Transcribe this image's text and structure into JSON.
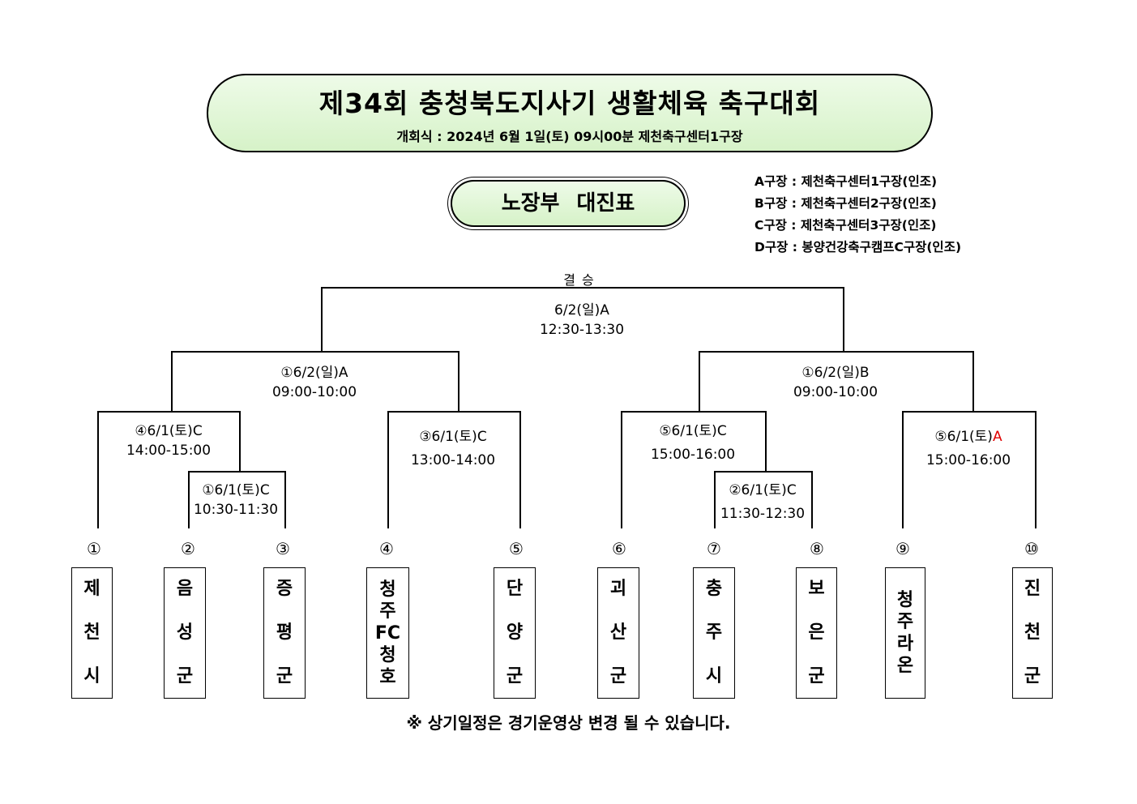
{
  "header": {
    "title": "제34회 충청북도지사기 생활체육 축구대회",
    "opening": "개회식 : 2024년 6월 1일(토) 09시00분 제천축구센터1구장"
  },
  "division": "노장부 대진표",
  "venues": [
    "A구장 : 제천축구센터1구장(인조)",
    "B구장 : 제천축구센터2구장(인조)",
    "C구장 : 제천축구센터3구장(인조)",
    "D구장 : 봉양건강축구캠프C구장(인조)"
  ],
  "final": {
    "label": "결승",
    "schedule": "6/2(일)A",
    "time": "12:30-13:30"
  },
  "matches": {
    "semi_left": {
      "schedule": "①6/2(일)A",
      "time": "09:00-10:00"
    },
    "semi_right": {
      "schedule": "①6/2(일)B",
      "time": "09:00-10:00"
    },
    "qf_1": {
      "schedule": "④6/1(토)C",
      "time": "14:00-15:00"
    },
    "r1_2_3": {
      "schedule": "①6/1(토)C",
      "time": "10:30-11:30"
    },
    "qf_4_5": {
      "schedule": "③6/1(토)C",
      "time": "13:00-14:00"
    },
    "qf_6": {
      "schedule": "⑤6/1(토)C",
      "time": "15:00-16:00"
    },
    "r1_7_8": {
      "schedule": "②6/1(토)C",
      "time": "11:30-12:30"
    },
    "qf_9_10": {
      "schedule_prefix": "⑤6/1(토)",
      "schedule_field": "A",
      "time": "15:00-16:00"
    }
  },
  "teams": [
    {
      "seed": "①",
      "name": "제\n천\n시"
    },
    {
      "seed": "②",
      "name": "음\n성\n군"
    },
    {
      "seed": "③",
      "name": "증\n평\n군"
    },
    {
      "seed": "④",
      "name": "청\n주\nFC\n청\n호"
    },
    {
      "seed": "⑤",
      "name": "단\n양\n군"
    },
    {
      "seed": "⑥",
      "name": "괴\n산\n군"
    },
    {
      "seed": "⑦",
      "name": "충\n주\n시"
    },
    {
      "seed": "⑧",
      "name": "보\n은\n군"
    },
    {
      "seed": "⑨",
      "name": "청\n주\n라\n온"
    },
    {
      "seed": "⑩",
      "name": "진\n천\n군"
    }
  ],
  "notice": "※ 상기일정은 경기운영상 변경 될 수 있습니다.",
  "colors": {
    "banner_fill": "#d6f2c8",
    "field_highlight": "#e00000"
  }
}
